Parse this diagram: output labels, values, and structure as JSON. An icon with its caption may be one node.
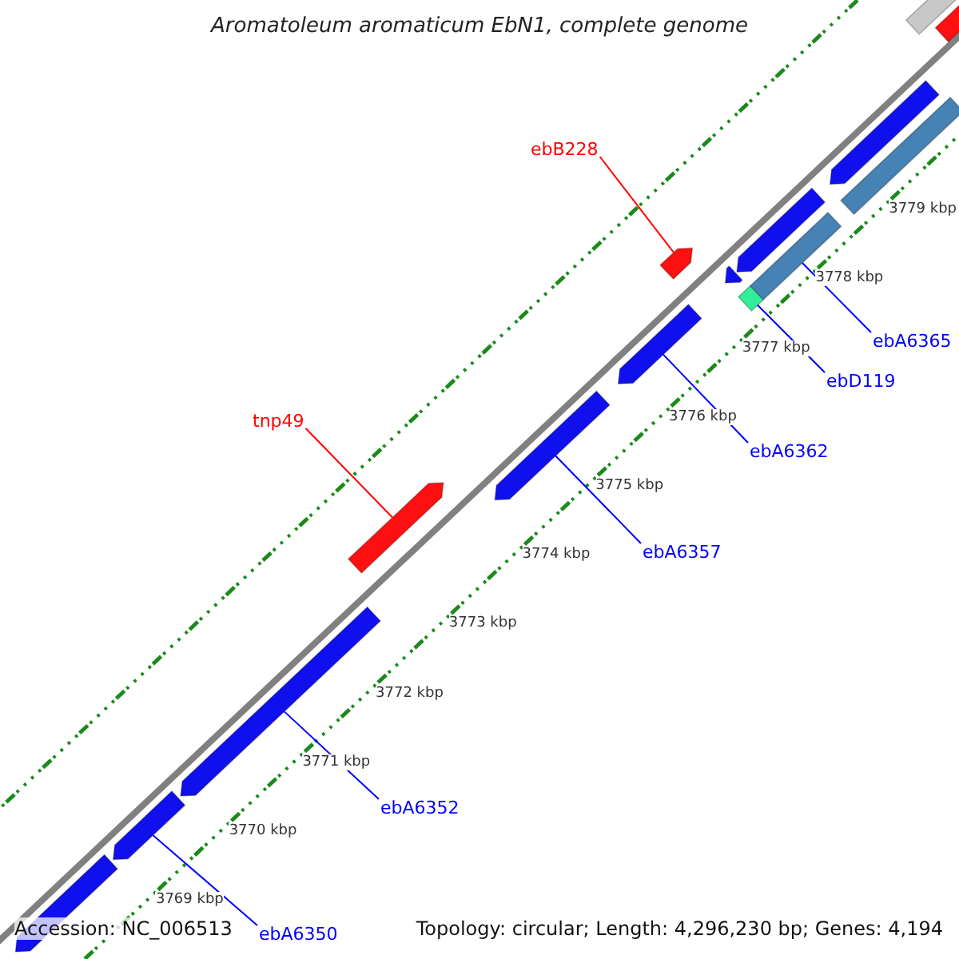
{
  "diagram": {
    "title": "Aromatoleum aromaticum EbN1, complete genome",
    "nodes": [
      {
        "text": [
          "ebB228"
        ]
      },
      {
        "text": [
          "tnp49"
        ]
      },
      {
        "text": [
          "ebA6365"
        ]
      },
      {
        "text": [
          "ebD119"
        ]
      },
      {
        "text": [
          "ebA6362"
        ]
      },
      {
        "text": [
          "ebA6357"
        ]
      },
      {
        "text": [
          "ebA6352"
        ]
      },
      {
        "text": [
          "ebA6350"
        ]
      },
      {
        "text": [],
        "shape": "bar"
      },
      {
        "text": [],
        "shape": "bar"
      },
      {
        "text": [],
        "shape": "bar"
      },
      {
        "text": [],
        "shape": "bar"
      },
      {
        "text": [],
        "shape": "bar"
      },
      {
        "text": [],
        "shape": "bar"
      },
      {
        "text": [],
        "shape": "bar"
      },
      {
        "text": [],
        "shape": "bar"
      },
      {
        "text": [],
        "shape": "bar"
      },
      {
        "text": [],
        "shape": "bar"
      },
      {
        "text": [],
        "shape": "bar"
      },
      {
        "text": [],
        "shape": "bar"
      },
      {
        "text": [],
        "shape": "bar"
      },
      {
        "text": [],
        "shape": "bar"
      },
      {
        "text": [],
        "shape": "bar"
      }
    ],
    "edges": [
      {
        "from": 0,
        "to": 16,
        "arrow": "none",
        "color": "#ff0000"
      },
      {
        "from": 1,
        "to": 19,
        "arrow": "none",
        "color": "#ff0000"
      },
      {
        "from": 2,
        "to": 14,
        "arrow": "none"
      },
      {
        "from": 3,
        "to": 15,
        "arrow": "none"
      },
      {
        "from": 4,
        "to": 17,
        "arrow": "none"
      },
      {
        "from": 5,
        "to": 18,
        "arrow": "none"
      },
      {
        "from": 6,
        "to": 20,
        "arrow": "none"
      },
      {
        "from": 7,
        "to": 21,
        "arrow": "none"
      }
    ],
    "labels": [
      "3779 kbp",
      "3778 kbp",
      "3777 kbp",
      "3776 kbp",
      "3775 kbp",
      "3774 kbp",
      "3773 kbp",
      "3772 kbp",
      "3771 kbp",
      "3770 kbp",
      "3769 kbp",
      "Accession: NC_006513",
      "Topology: circular; Length: 4,296,230 bp; Genes: 4,194"
    ]
  }
}
